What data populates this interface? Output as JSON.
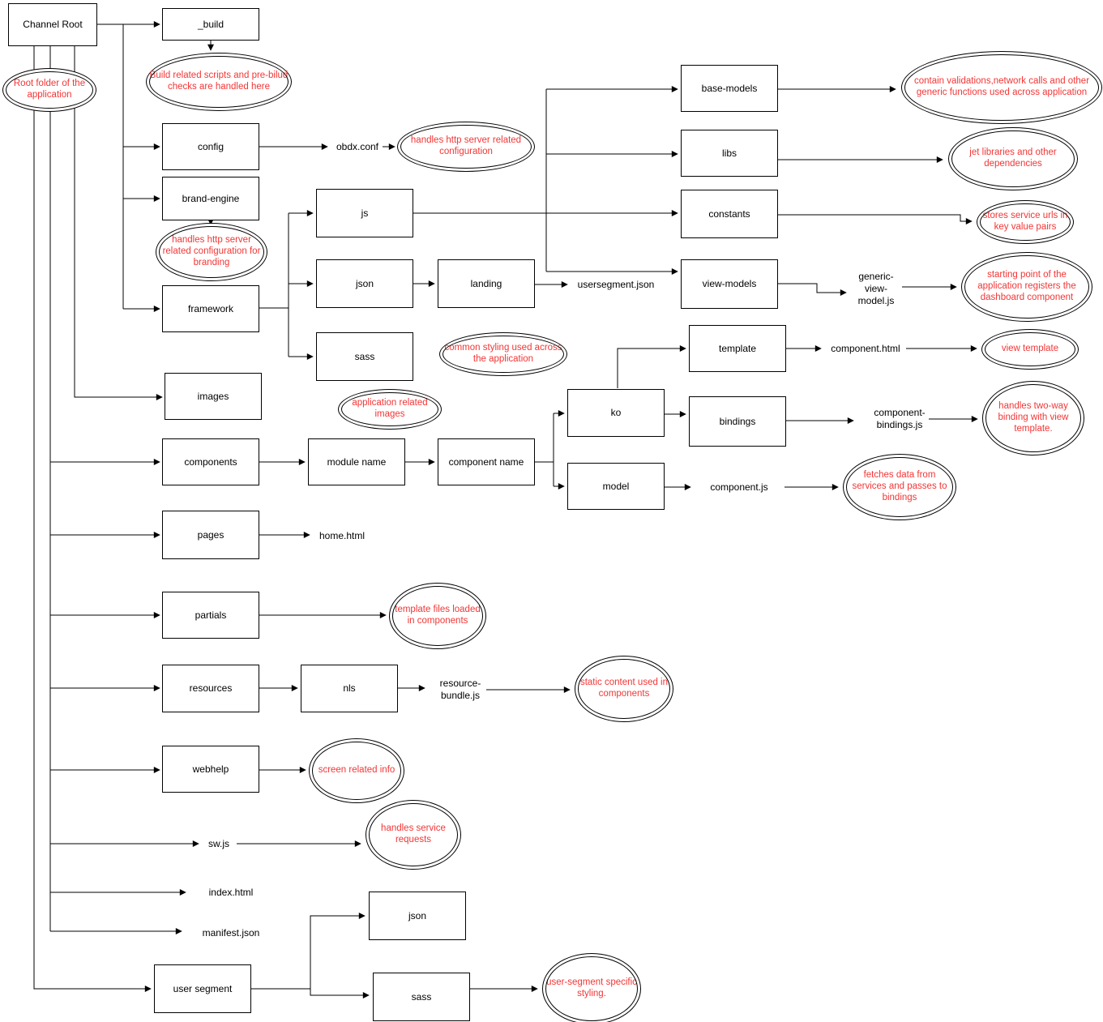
{
  "diagram": {
    "colors": {
      "stroke": "#000000",
      "box_fill": "#ffffff",
      "note_text": "#f43535"
    },
    "boxes": {
      "channel_root": "Channel Root",
      "build": "_build",
      "config": "config",
      "brand_engine": "brand-engine",
      "framework": "framework",
      "js_fw": "js",
      "json_fw": "json",
      "landing": "landing",
      "sass_fw": "sass",
      "images": "images",
      "components": "components",
      "module_name": "module name",
      "component_name": "component name",
      "base_models": "base-models",
      "libs": "libs",
      "constants": "constants",
      "view_models": "view-models",
      "ko": "ko",
      "template": "template",
      "bindings": "bindings",
      "model": "model",
      "pages": "pages",
      "partials": "partials",
      "resources": "resources",
      "nls": "nls",
      "webhelp": "webhelp",
      "user_segment": "user segment",
      "json_us": "json",
      "sass_us": "sass"
    },
    "files": {
      "obdx_conf": "obdx.conf",
      "usersegment_json": "usersegment.json",
      "generic_view_model": "generic-\nview-\nmodel.js",
      "component_html": "component.html",
      "component_bindings": "component-\nbindings.js",
      "component_js": "component.js",
      "home_html": "home.html",
      "resource_bundle": "resource-\nbundle.js",
      "sw_js": "sw.js",
      "index_html": "index.html",
      "manifest_json": "manifest.json"
    },
    "notes": {
      "root_folder": "Root folder of the application",
      "build_note": "Build related scripts and pre-bilud checks are handled here",
      "config_note": "handles http server related configuration",
      "branding_note": "handles http server related configuration for branding",
      "sass_note": "common styling used across the application",
      "images_note": "application related images",
      "base_models_note": "contain validations,network calls and other generic functions used across application",
      "libs_note": "jet libraries and other dependencies",
      "constants_note": "stores service urls in key value pairs",
      "view_models_note": "starting point of the application\nregisters the dashboard component",
      "template_note": "view template",
      "bindings_note": "handles two-way binding with view template.",
      "model_note": "fetches data from services and passes to bindings",
      "partials_note": "template files loaded in components",
      "resources_note": "static content used in components",
      "webhelp_note": "screen related info",
      "sw_note": "handles service requests",
      "user_segment_note": "user-segment specific styling."
    }
  }
}
